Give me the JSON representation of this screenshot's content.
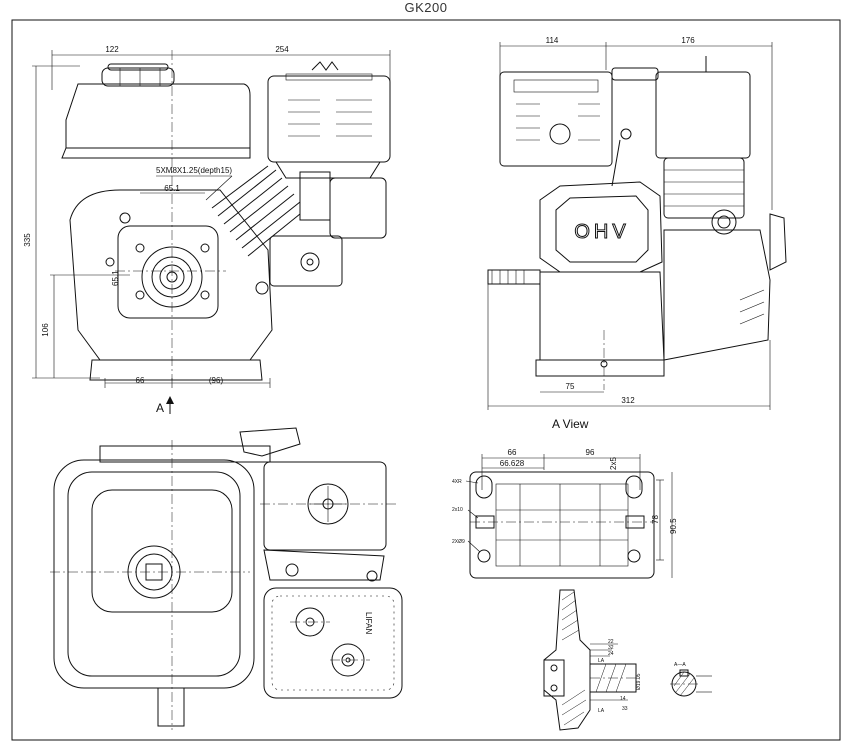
{
  "model": "GK200",
  "views": {
    "front": {
      "dims": {
        "width_left": "122",
        "width_right": "254",
        "height_total": "335",
        "height_shaft": "106",
        "bolt_sep": "65.1",
        "bolt_sep_v": "65.1",
        "base_left": "66",
        "base_right": "(96)"
      },
      "thread_note": "5XM8X1.25(depth15)",
      "arrow_label": "A"
    },
    "side": {
      "dims": {
        "width_left": "114",
        "width_right": "176",
        "base_offset": "75",
        "width_total": "312"
      },
      "label": "A  View",
      "cover_text": "OHV"
    },
    "top": {
      "plate_text": "LIFAN"
    },
    "base": {
      "dims": {
        "top_left": "66",
        "top_right": "96",
        "sub": "66.628",
        "slot": "2x5",
        "hole4": "4XR",
        "slot2": "2x10",
        "hole2": "2XØ9",
        "h1": "78",
        "h2": "90.5"
      }
    },
    "section": {
      "label": "A—A",
      "dims": [
        "22",
        "32",
        "24",
        "14",
        "Ø19.05",
        "33",
        "LA",
        "LA"
      ]
    }
  }
}
